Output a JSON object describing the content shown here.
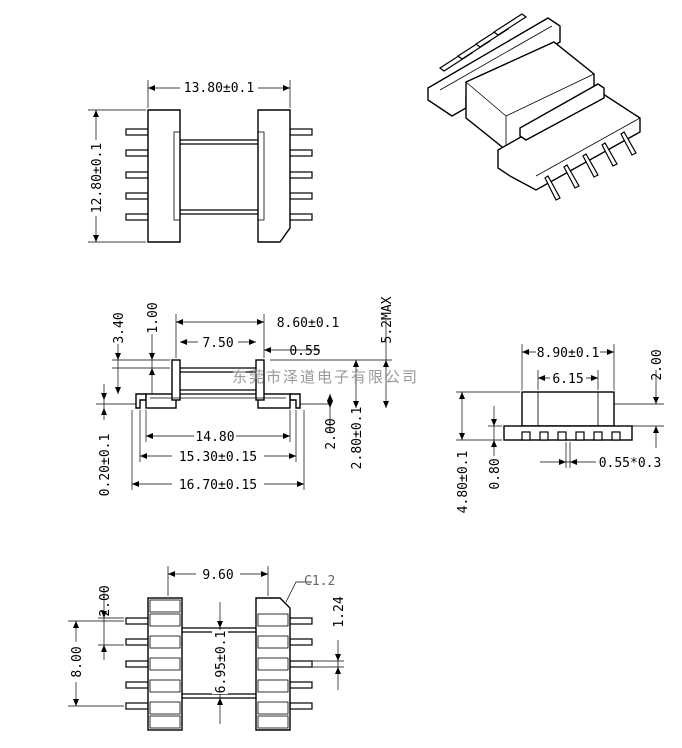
{
  "dimensions": {
    "top_width": "13.80±0.1",
    "top_height": "12.80±0.1",
    "side_8_60": "8.60±0.1",
    "side_7_50": "7.50",
    "side_0_55": "0.55",
    "side_1_00": "1.00",
    "side_3_40": "3.40",
    "side_5_2max": "5.2MAX",
    "side_14_80": "14.80",
    "side_15_30": "15.30±0.15",
    "side_16_70": "16.70±0.15",
    "side_0_20": "0.20±0.1",
    "side_2_00": "2.00",
    "side_2_80": "2.80±0.1",
    "end_8_90": "8.90±0.1",
    "end_6_15": "6.15",
    "end_2_00": "2.00",
    "end_4_80": "4.80±0.1",
    "end_0_80": "0.80",
    "end_pin": "0.55*0.3",
    "bot_9_60": "9.60",
    "bot_c1_2": "C1.2",
    "bot_2_00": "2.00",
    "bot_1_24": "1.24",
    "bot_8_00": "8.00",
    "bot_6_95": "6.95±0.1"
  },
  "watermark": "东莞市泽道电子有限公司"
}
